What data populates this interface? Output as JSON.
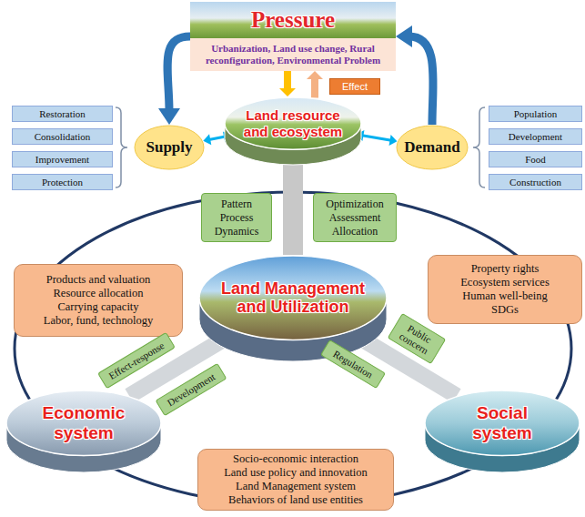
{
  "diagram": {
    "nodes": [
      {
        "text": [
          "Pressure",
          "Urbanization, Land use change, Rural reconfiguration, Environmental Problem"
        ]
      },
      {
        "text": [
          "Effect"
        ]
      },
      {
        "text": [
          "Restoration"
        ]
      },
      {
        "text": [
          "Consolidation"
        ]
      },
      {
        "text": [
          "Improvement"
        ]
      },
      {
        "text": [
          "Protection"
        ]
      },
      {
        "text": [
          "Supply"
        ]
      },
      {
        "text": [
          "Land resource and ecosystem"
        ]
      },
      {
        "text": [
          "Demand"
        ]
      },
      {
        "text": [
          "Population"
        ]
      },
      {
        "text": [
          "Development"
        ]
      },
      {
        "text": [
          "Food"
        ]
      },
      {
        "text": [
          "Construction"
        ]
      },
      {
        "text": [
          "Pattern",
          "Process",
          "Dynamics"
        ]
      },
      {
        "text": [
          "Optimization",
          "Assessment",
          "Allocation"
        ]
      },
      {
        "text": [
          "Products and valuation",
          "Resource allocation",
          "Carrying capacity",
          "Labor, fund, technology"
        ]
      },
      {
        "text": [
          "Land Management and Utilization"
        ]
      },
      {
        "text": [
          "Property rights",
          "Ecosystem services",
          "Human well-being",
          "SDGs"
        ]
      },
      {
        "text": [
          "Effect-response"
        ]
      },
      {
        "text": [
          "Development"
        ]
      },
      {
        "text": [
          "Public concern"
        ]
      },
      {
        "text": [
          "Regulation"
        ]
      },
      {
        "text": [
          "Economic system"
        ]
      },
      {
        "text": [
          "Socio-economic interaction",
          "Land use policy and innovation",
          "Land Management system",
          "Behaviors of land use entities"
        ]
      },
      {
        "text": [
          "Social system"
        ]
      }
    ],
    "edges": [
      {
        "from": 0,
        "to": 6,
        "arrow": "to"
      },
      {
        "from": 8,
        "to": 0,
        "arrow": "to"
      },
      {
        "from": 0,
        "to": 7,
        "arrow": "to"
      },
      {
        "from": 7,
        "to": 0,
        "arrow": "to"
      },
      {
        "from": 6,
        "to": 7,
        "arrow": "both"
      },
      {
        "from": 7,
        "to": 8,
        "arrow": "both"
      },
      {
        "from": 7,
        "to": 16,
        "arrow": "none"
      },
      {
        "from": 16,
        "to": 22,
        "arrow": "none"
      },
      {
        "from": 16,
        "to": 24,
        "arrow": "none"
      }
    ]
  }
}
